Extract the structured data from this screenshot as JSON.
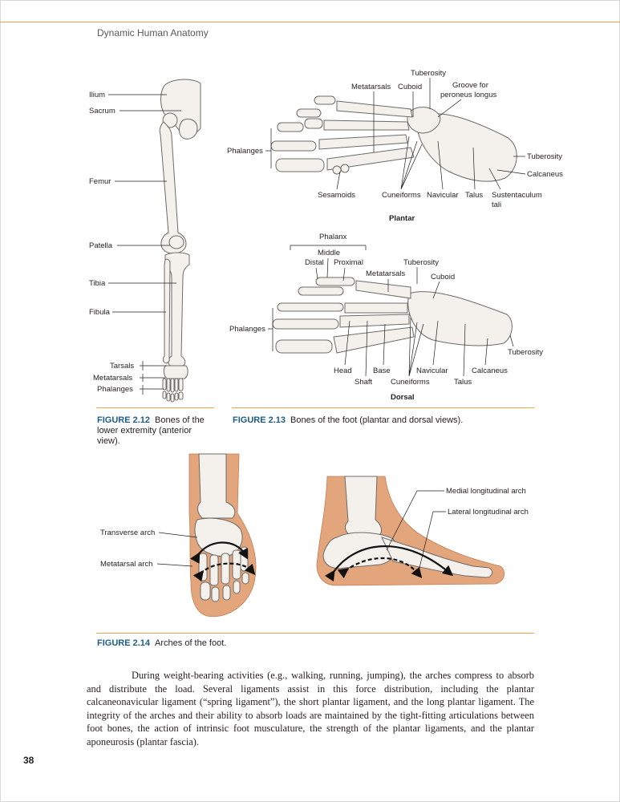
{
  "header": {
    "running_head": "Dynamic Human Anatomy"
  },
  "figure_2_12": {
    "labels": {
      "ilium": "Ilium",
      "sacrum": "Sacrum",
      "femur": "Femur",
      "patella": "Patella",
      "tibia": "Tibia",
      "fibula": "Fibula",
      "tarsals": "Tarsals",
      "metatarsals": "Metatarsals",
      "phalanges": "Phalanges"
    },
    "caption_number": "FIGURE 2.12",
    "caption_text": "Bones of the lower extremity (anterior view)."
  },
  "figure_2_13": {
    "plantar": {
      "tuberosity_top": "Tuberosity",
      "metatarsals": "Metatarsals",
      "cuboid": "Cuboid",
      "groove_l1": "Groove for",
      "groove_l2": "peroneus longus",
      "phalanges": "Phalanges",
      "tuberosity_right": "Tuberosity",
      "calcaneus": "Calcaneus",
      "sesamoids": "Sesamoids",
      "cuneiforms": "Cuneiforms",
      "navicular": "Navicular",
      "talus": "Talus",
      "sustentaculum_l1": "Sustentaculum",
      "sustentaculum_l2": "tali",
      "view_title": "Plantar"
    },
    "dorsal": {
      "phalanx": "Phalanx",
      "middle": "Middle",
      "distal": "Distal",
      "proximal": "Proximal",
      "tuberosity_top": "Tuberosity",
      "metatarsals": "Metatarsals",
      "cuboid": "Cuboid",
      "phalanges": "Phalanges",
      "tuberosity_right": "Tuberosity",
      "head": "Head",
      "base": "Base",
      "navicular": "Navicular",
      "calcaneus": "Calcaneus",
      "shaft": "Shaft",
      "cuneiforms": "Cuneiforms",
      "talus": "Talus",
      "view_title": "Dorsal"
    },
    "caption_number": "FIGURE 2.13",
    "caption_text": "Bones of the foot (plantar and dorsal views)."
  },
  "figure_2_14": {
    "labels": {
      "transverse_arch": "Transverse arch",
      "metatarsal_arch": "Metatarsal arch",
      "medial_arch": "Medial longitudinal arch",
      "lateral_arch": "Lateral longitudinal arch"
    },
    "caption_number": "FIGURE 2.14",
    "caption_text": "Arches of the foot."
  },
  "body_paragraph": "During weight-bearing activities (e.g., walking, running, jumping), the arches compress to absorb and distribute the load. Several ligaments assist in this force distribution, including the plantar calcaneonavicular ligament (“spring ligament”), the short plantar ligament, and the long plantar ligament. The integrity of the arches and their ability to absorb loads are maintained by the tight-fitting articulations between foot bones, the action of intrinsic foot musculature, the strength of the plantar ligaments, and the plantar aponeurosis (plantar fascia).",
  "page_number": "38",
  "colors": {
    "accent_rule": "#e8a54b",
    "figure_number": "#1d5d8a",
    "skin": "#e3a57b",
    "bone": "#f4f1ec",
    "bone_outline": "#6d6b68"
  }
}
